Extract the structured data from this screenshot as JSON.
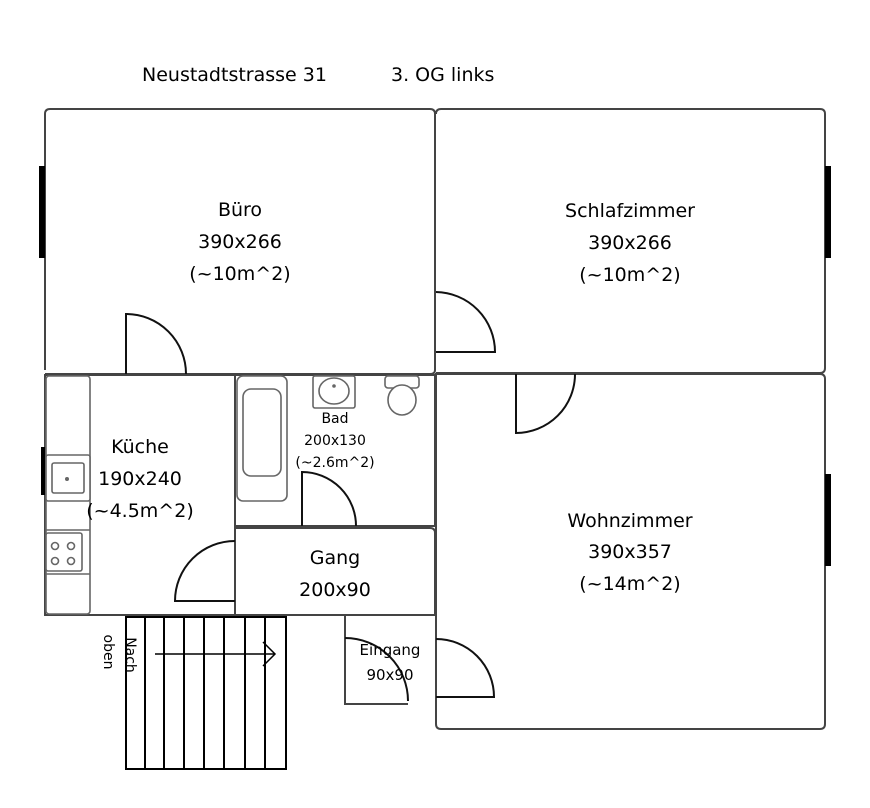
{
  "header": {
    "address": "Neustadtstrasse 31",
    "floor": "3. OG links"
  },
  "rooms": {
    "buero": {
      "name": "Büro",
      "dims": "390x266",
      "area": "(~10m^2)"
    },
    "schlafzimmer": {
      "name": "Schlafzimmer",
      "dims": "390x266",
      "area": "(~10m^2)"
    },
    "kueche": {
      "name": "Küche",
      "dims": "190x240",
      "area": "(~4.5m^2)"
    },
    "bad": {
      "name": "Bad",
      "dims": "200x130",
      "area": "(~2.6m^2)"
    },
    "wohnzimmer": {
      "name": "Wohnzimmer",
      "dims": "390x357",
      "area": "(~14m^2)"
    },
    "gang": {
      "name": "Gang",
      "dims": "200x90"
    },
    "eingang": {
      "name": "Eingang",
      "dims": "90x90"
    }
  },
  "stairs": {
    "label_line1": "Nach",
    "label_line2": "oben"
  }
}
